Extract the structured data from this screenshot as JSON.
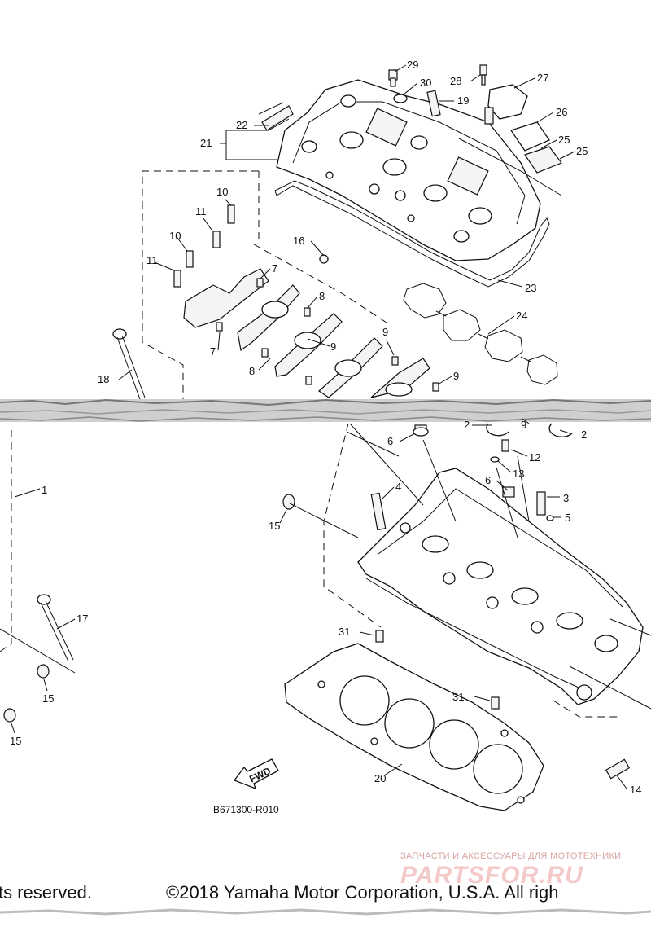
{
  "diagram": {
    "code": "B671300-R010",
    "fwd_label": "FWD",
    "callouts": {
      "n1": "1",
      "n2a": "2",
      "n2b": "2",
      "n3": "3",
      "n4": "4",
      "n5": "5",
      "n6a": "6",
      "n6b": "6",
      "n7a": "7",
      "n7b": "7",
      "n8a": "8",
      "n8b": "8",
      "n9a": "9",
      "n9b": "9",
      "n9c": "9",
      "n9d": "9",
      "n10a": "10",
      "n10b": "10",
      "n11a": "11",
      "n11b": "11",
      "n12": "12",
      "n13": "13",
      "n14": "14",
      "n15a": "15",
      "n15b": "15",
      "n15c": "15",
      "n16": "16",
      "n17": "17",
      "n18": "18",
      "n19": "19",
      "n20": "20",
      "n21": "21",
      "n22": "22",
      "n23": "23",
      "n24": "24",
      "n25a": "25",
      "n25b": "25",
      "n26": "26",
      "n27": "27",
      "n28": "28",
      "n29": "29",
      "n30": "30",
      "n31a": "31",
      "n31b": "31"
    }
  },
  "footer": {
    "copyright_left": "ts reserved.",
    "copyright_right": "©2018 Yamaha Motor Corporation, U.S.A. All righ"
  },
  "watermark": {
    "tagline": "ЗАПЧАСТИ И АКСЕССУАРЫ ДЛЯ МОТОТЕХНИКИ",
    "logo": "PARTSFOR.RU"
  }
}
